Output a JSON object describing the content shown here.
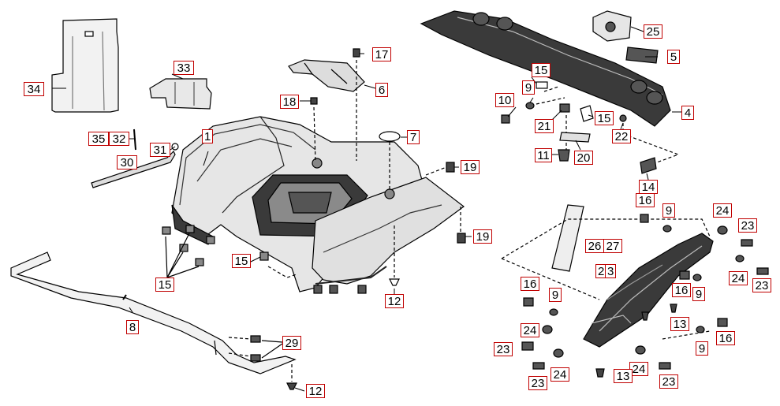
{
  "callouts": {
    "c1": "1",
    "c2": "2",
    "c3": "3",
    "c4": "4",
    "c5": "5",
    "c6": "6",
    "c7": "7",
    "c8": "8",
    "c9a": "9",
    "c9b": "9",
    "c9c": "9",
    "c9d": "9",
    "c9e": "9",
    "c10": "10",
    "c11": "11",
    "c12a": "12",
    "c12b": "12",
    "c13a": "13",
    "c13b": "13",
    "c14": "14",
    "c15a": "15",
    "c15b": "15",
    "c15c": "15",
    "c15d": "15",
    "c16a": "16",
    "c16b": "16",
    "c16c": "16",
    "c16d": "16",
    "c17": "17",
    "c18": "18",
    "c19a": "19",
    "c19b": "19",
    "c20": "20",
    "c21": "21",
    "c22": "22",
    "c23a": "23",
    "c23b": "23",
    "c23c": "23",
    "c23d": "23",
    "c23e": "23",
    "c24a": "24",
    "c24b": "24",
    "c24c": "24",
    "c24d": "24",
    "c24e": "24",
    "c25": "25",
    "c26": "26",
    "c27": "27",
    "c29": "29",
    "c30": "30",
    "c31": "31",
    "c32": "32",
    "c33": "33",
    "c34": "34",
    "c35": "35"
  },
  "colors": {
    "callout_border": "#c00000",
    "line": "#000000",
    "part_fill": "#d9d9d9",
    "dark_fill": "#3a3a3a"
  }
}
